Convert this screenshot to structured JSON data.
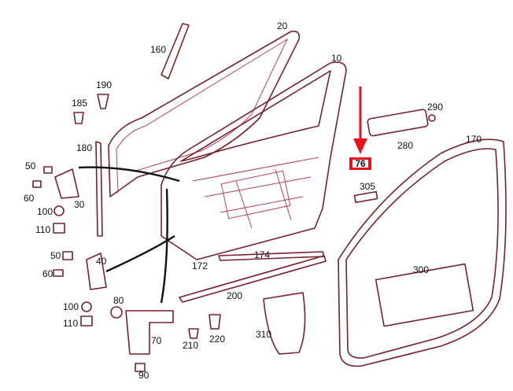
{
  "highlight": {
    "label": "76",
    "color": "#e8141b"
  },
  "part_labels": {
    "p160": "160",
    "p20": "20",
    "p10": "10",
    "p190": "190",
    "p185": "185",
    "p290": "290",
    "p170": "170",
    "p180": "180",
    "p280": "280",
    "p50a": "50",
    "p60a": "60",
    "p30": "30",
    "p305": "305",
    "p100a": "100",
    "p110a": "110",
    "p300": "300",
    "p172": "172",
    "p174": "174",
    "p50b": "50",
    "p40": "40",
    "p60b": "60",
    "p200": "200",
    "p80": "80",
    "p100b": "100",
    "p110b": "110",
    "p310": "310",
    "p70": "70",
    "p210": "210",
    "p220": "220",
    "p90": "90"
  }
}
